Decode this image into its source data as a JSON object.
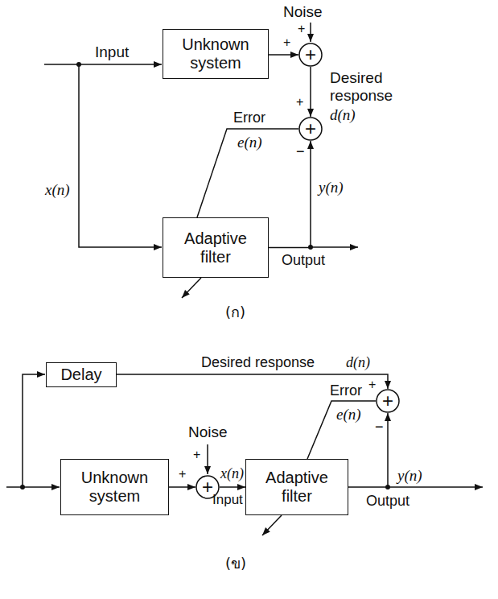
{
  "diagram": {
    "nodes": [
      {
        "text": [
          "Unknown system"
        ]
      },
      {
        "text": [
          "+"
        ]
      },
      {
        "text": [
          "+"
        ]
      },
      {
        "text": [
          "Adaptive filter"
        ]
      },
      {
        "text": [
          "Delay"
        ]
      },
      {
        "text": [
          "+"
        ]
      },
      {
        "text": [
          "Unknown system"
        ]
      },
      {
        "text": [
          "+"
        ]
      },
      {
        "text": [
          "Adaptive filter"
        ]
      }
    ],
    "edges": [
      {
        "from": 0,
        "to": 1,
        "arrow": "to"
      },
      {
        "from": 1,
        "to": 2,
        "arrow": "to"
      },
      {
        "from": 3,
        "to": 2,
        "arrow": "to"
      },
      {
        "from": 2,
        "to": 3,
        "arrow": "none"
      },
      {
        "from": 4,
        "to": 5,
        "arrow": "to"
      },
      {
        "from": 6,
        "to": 7,
        "arrow": "to"
      },
      {
        "from": 7,
        "to": 8,
        "arrow": "to"
      },
      {
        "from": 8,
        "to": 5,
        "arrow": "to"
      },
      {
        "from": 5,
        "to": 8,
        "arrow": "none"
      }
    ],
    "labels": [
      "Noise",
      "+",
      "+",
      "Input",
      "Desired response",
      "d(n)",
      "Error",
      "e(n)",
      "+",
      "−",
      "x(n)",
      "y(n)",
      "Output",
      "(ก)",
      "Desired response",
      "d(n)",
      "Noise",
      "+",
      "+",
      "Error",
      "e(n)",
      "+",
      "−",
      "x(n)",
      "Input",
      "y(n)",
      "Output",
      "(ข)"
    ]
  }
}
